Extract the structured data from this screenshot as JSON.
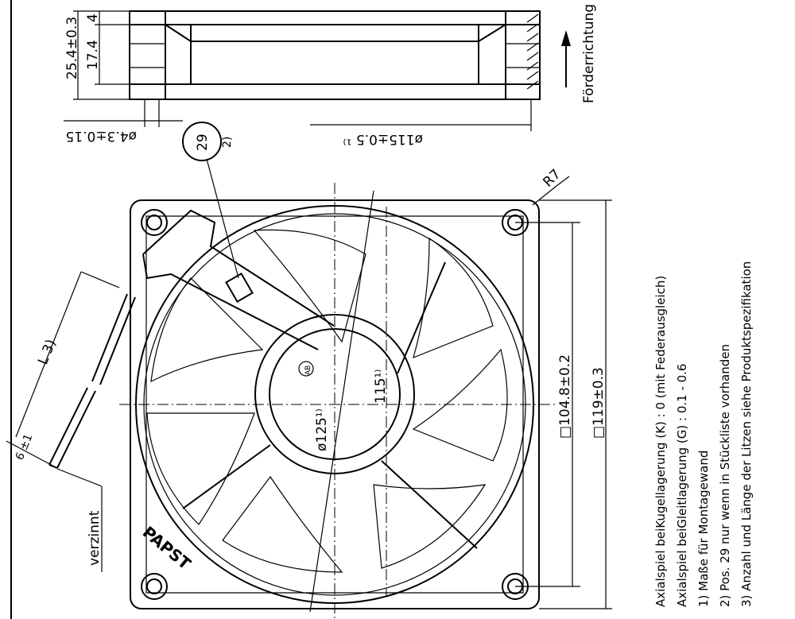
{
  "side_view": {
    "dim_height_total": "25.4±0.3",
    "dim_height_inner": "17.4",
    "dim_flange": "4",
    "dim_hole": "ø4.3±0.15",
    "dim_diameter": "ø115±0.5 ¹⁾",
    "flow_label": "Förderrichtung"
  },
  "front_view": {
    "radius_label": "R7",
    "balloon_number": "29",
    "balloon_note": "2)",
    "dim_hole_spacing": "□104.8±0.2",
    "dim_outer": "□119±0.3",
    "dim_hub": "115¹⁾",
    "dim_rotor": "ø125¹⁾",
    "hub_mark": "AB",
    "lead_length": "L 3)",
    "strip_length": "6 ±1",
    "tinned_label": "verzinnt",
    "brand_logo": "PAPST"
  },
  "notes": [
    "Axialspiel beiKugellagerung (K) :  0 (mit Federausgleich)",
    "Axialspiel beiGleitlagerung  (G) :  0.1 - 0.6",
    "1) Maße für Montagewand",
    "2) Pos. 29 nur wenn in Stückliste vorhanden",
    "3) Anzahl und Länge der Litzen siehe Produktspezifikation"
  ]
}
